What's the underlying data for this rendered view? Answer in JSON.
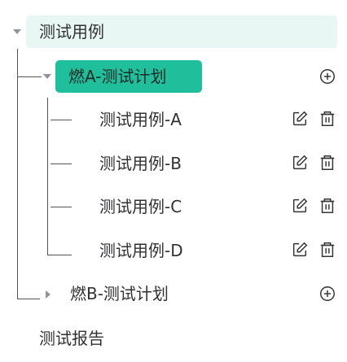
{
  "tree": {
    "root": {
      "label": "测试用例",
      "expanded": true
    },
    "plans": [
      {
        "label": "燃A-测试计划",
        "expanded": true,
        "selected": true,
        "cases": [
          {
            "label": "测试用例-A"
          },
          {
            "label": "测试用例-B"
          },
          {
            "label": "测试用例-C"
          },
          {
            "label": "测试用例-D"
          }
        ]
      },
      {
        "label": "燃B-测试计划",
        "expanded": false,
        "selected": false
      }
    ],
    "report": {
      "label": "测试报告"
    }
  },
  "colors": {
    "accent": "#1fbf9b",
    "root_highlight": "#e9f7f4",
    "connector": "#555555",
    "icon": "#333333"
  },
  "icons": {
    "add": "circle-plus",
    "edit": "edit-square",
    "delete": "trash"
  }
}
